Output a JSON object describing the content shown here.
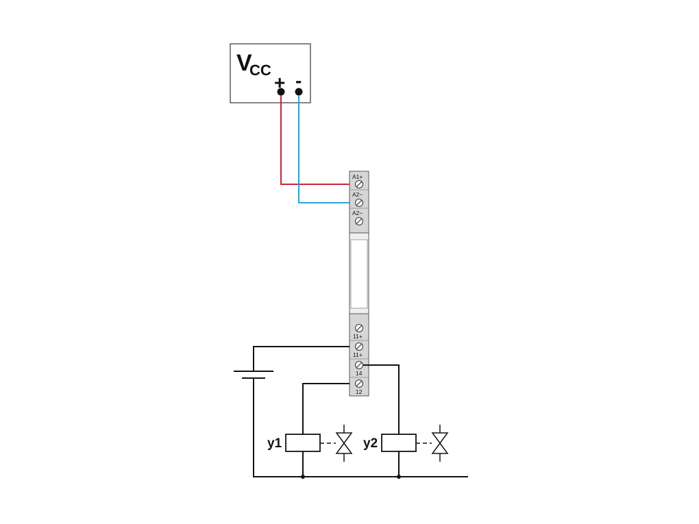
{
  "supply": {
    "label": "V",
    "subscript": "CC",
    "plus": "+",
    "minus": "-"
  },
  "colors": {
    "positive_wire": "#d0212e",
    "negative_wire": "#2aa3d8",
    "ground_wire": "#111111",
    "terminal_fill": "#d6d6d6",
    "relay_body": "#efefef"
  },
  "terminals_top": [
    "A1+",
    "A2−",
    "A2−"
  ],
  "terminals_bottom": [
    "11+",
    "11+",
    "14",
    "12"
  ],
  "loads": [
    "y1",
    "y2"
  ],
  "icons": [
    "screw-terminal-icon",
    "battery-icon",
    "relay-coil-icon",
    "valve-icon"
  ]
}
